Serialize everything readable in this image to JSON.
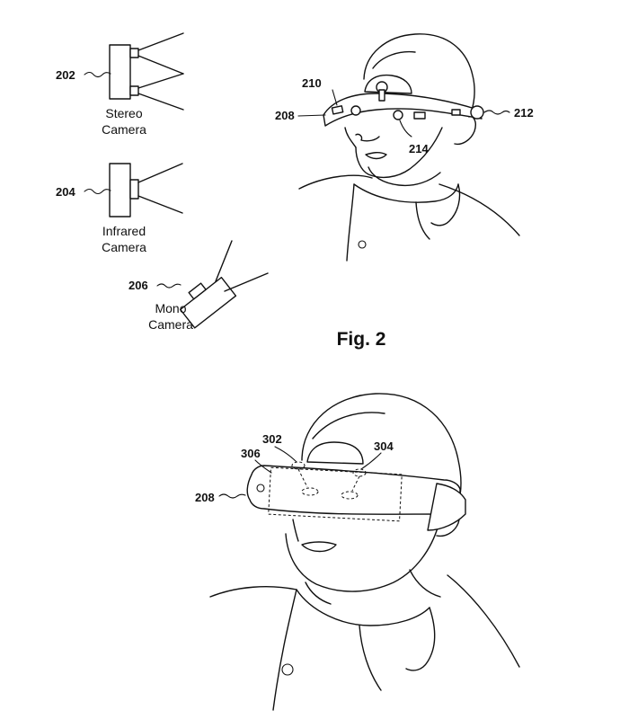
{
  "figure_caption": "Fig. 2",
  "cameras": {
    "stereo": {
      "ref": "202",
      "label_line1": "Stereo",
      "label_line2": "Camera"
    },
    "infrared": {
      "ref": "204",
      "label_line1": "Infrared",
      "label_line2": "Camera"
    },
    "mono": {
      "ref": "206",
      "label_line1": "Mono",
      "label_line2": "Camera"
    }
  },
  "headset_top": {
    "ref_headband": "208",
    "ref_left_sensor": "210",
    "ref_side_sensor": "212",
    "ref_front_sensor": "214"
  },
  "headset_bottom": {
    "ref_headband": "208",
    "ref_left_marker": "302",
    "ref_right_marker": "304",
    "ref_panel": "306"
  }
}
